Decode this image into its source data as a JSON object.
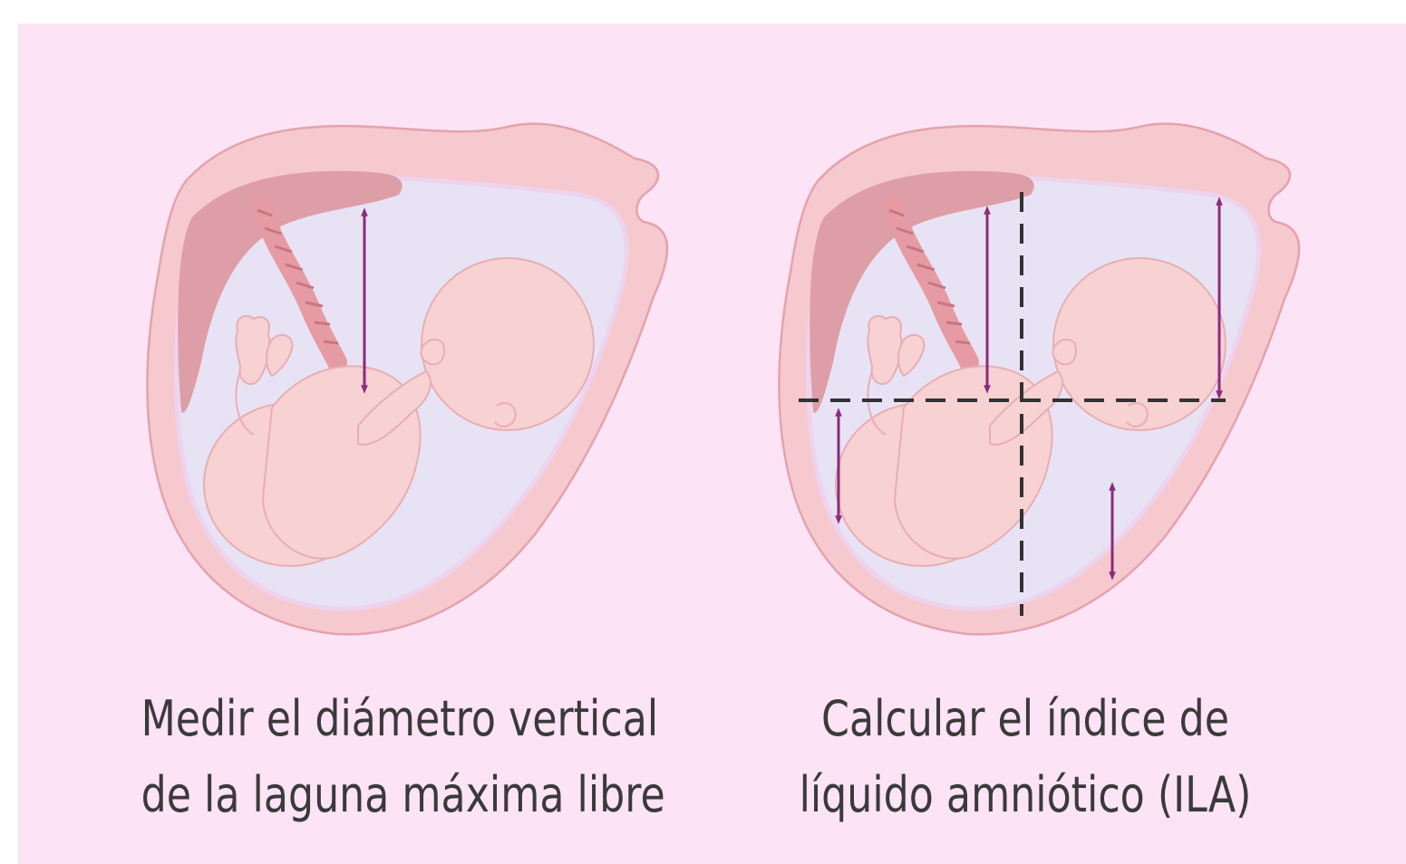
{
  "colors": {
    "background": "#fde3f6",
    "uterus_wall": "#f6c9cf",
    "uterus_outline": "#e3a3ac",
    "placenta": "#de9ea8",
    "amniotic_fluid": "#e8e3f4",
    "fetus": "#f8d1d3",
    "arrow": "#8b2b7d",
    "dashed_line": "#333333",
    "caption": "#3a3a3a"
  },
  "panels": [
    {
      "caption_line1": "Medir el diámetro vertical",
      "caption_line2": "de la laguna máxima libre",
      "measurement_arrows": 1,
      "quadrant_lines": false
    },
    {
      "caption_line1": "Calcular el índice de",
      "caption_line2": "líquido amniótico (ILA)",
      "measurement_arrows": 4,
      "quadrant_lines": true
    }
  ]
}
